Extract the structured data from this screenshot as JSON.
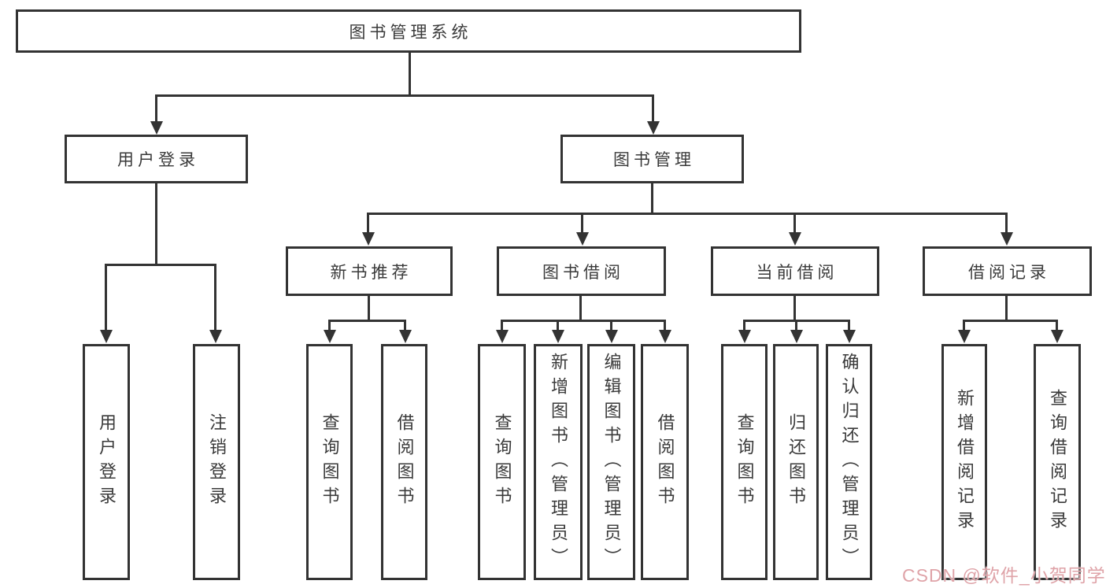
{
  "diagram": {
    "root": {
      "label": "图书管理系统"
    },
    "branches": [
      {
        "label": "用户登录",
        "children": [
          {
            "label": "用户登录"
          },
          {
            "label": "注销登录"
          }
        ]
      },
      {
        "label": "图书管理",
        "children": [
          {
            "label": "新书推荐",
            "children": [
              {
                "label": "查询图书"
              },
              {
                "label": "借阅图书"
              }
            ]
          },
          {
            "label": "图书借阅",
            "children": [
              {
                "label": "查询图书"
              },
              {
                "label": "新增图书（管理员）"
              },
              {
                "label": "编辑图书（管理员）"
              },
              {
                "label": "借阅图书"
              }
            ]
          },
          {
            "label": "当前借阅",
            "children": [
              {
                "label": "查询图书"
              },
              {
                "label": "归还图书"
              },
              {
                "label": "确认归还（管理员）"
              }
            ]
          },
          {
            "label": "借阅记录",
            "children": [
              {
                "label": "新增借阅记录"
              },
              {
                "label": "查询借阅记录"
              }
            ]
          }
        ]
      }
    ]
  },
  "watermark": {
    "text": "CSDN @软件_小贺同学",
    "color": "#dfa3a8"
  },
  "colors": {
    "line": "#333333",
    "box_border": "#333333",
    "box_bg": "#ffffff",
    "text": "#3a3a3a"
  }
}
